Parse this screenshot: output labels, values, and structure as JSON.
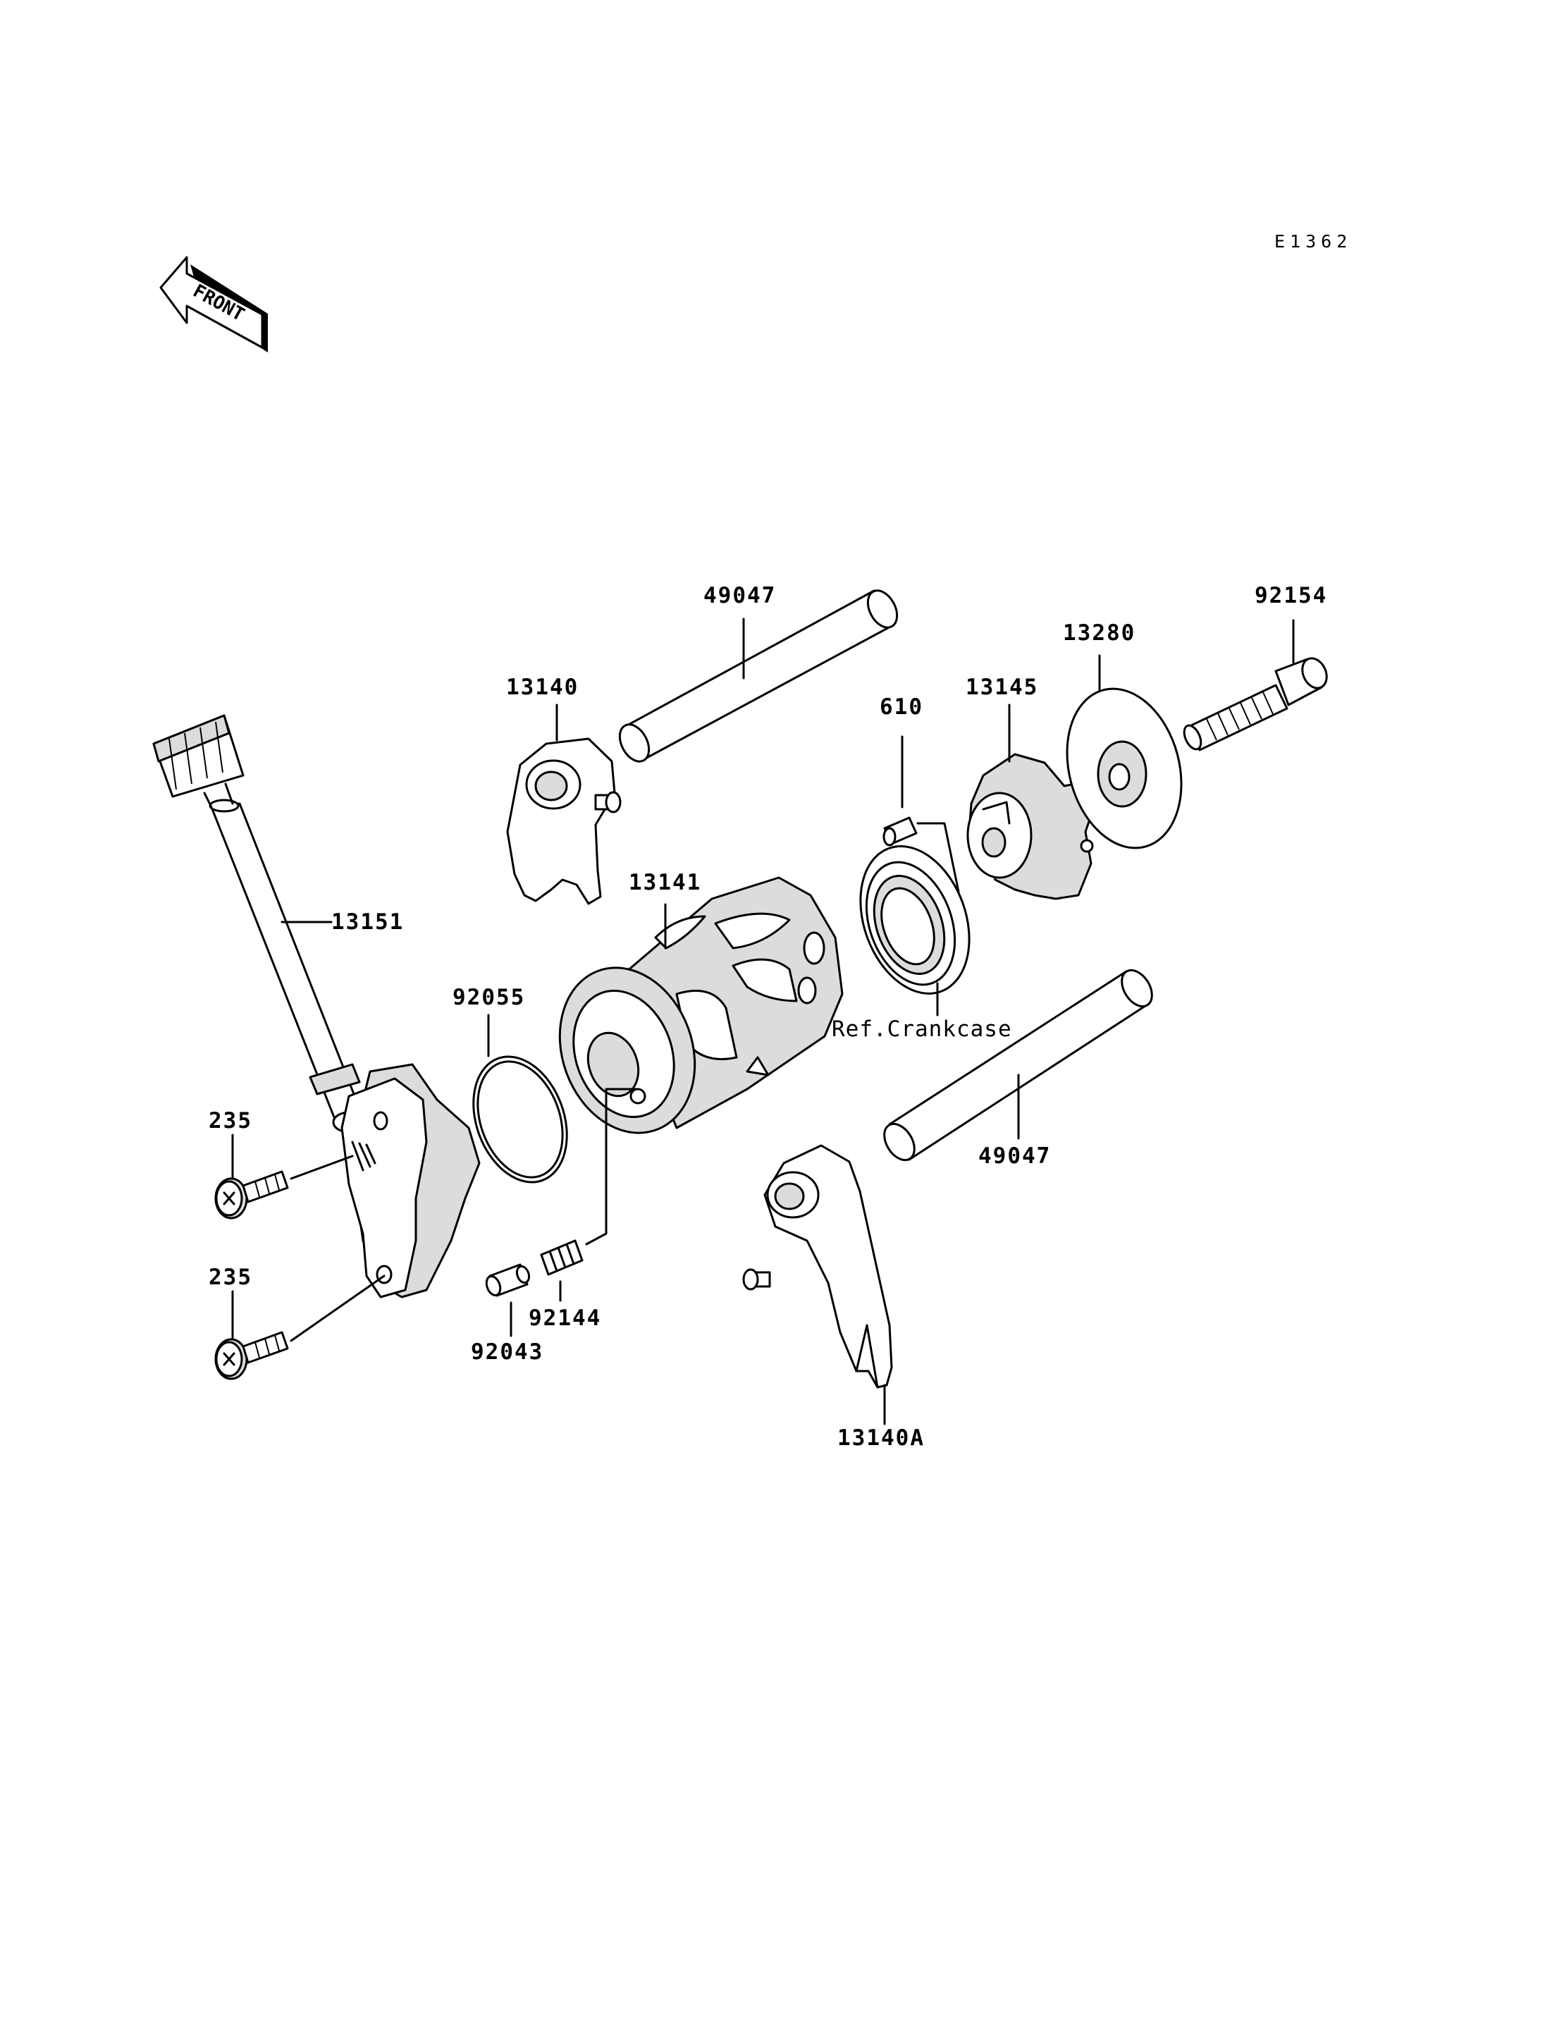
{
  "diagram": {
    "code": "E1362",
    "front_label": "FRONT",
    "ref_label": "Ref.Crankcase",
    "parts": {
      "rod_upper": "49047",
      "fork_upper": "13140",
      "pin": "610",
      "star_cam": "13145",
      "plate": "13280",
      "bolt_main": "92154",
      "drum": "13141",
      "sensor": "13151",
      "oring": "92055",
      "screw_upper": "235",
      "screw_lower": "235",
      "pin_small": "92043",
      "spring": "92144",
      "rod_lower": "49047",
      "fork_lower": "13140A"
    }
  }
}
